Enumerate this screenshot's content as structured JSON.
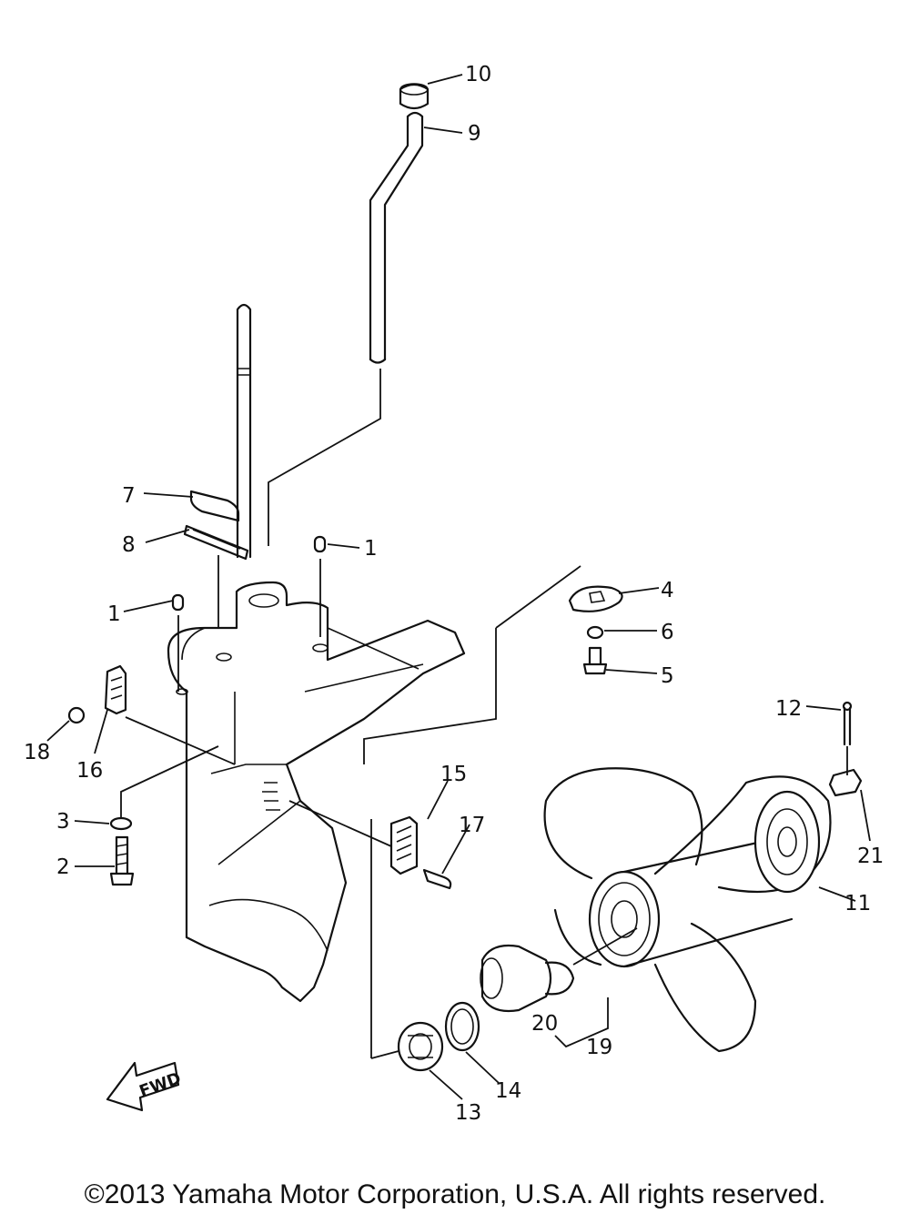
{
  "callouts": [
    "10",
    "9",
    "7",
    "8",
    "1",
    "1",
    "4",
    "6",
    "5",
    "12",
    "18",
    "16",
    "15",
    "17",
    "3",
    "2",
    "21",
    "11",
    "20",
    "19",
    "13",
    "14"
  ],
  "fwd_label": "FWD",
  "copyright": "©2013 Yamaha Motor Corporation, U.S.A. All rights reserved."
}
